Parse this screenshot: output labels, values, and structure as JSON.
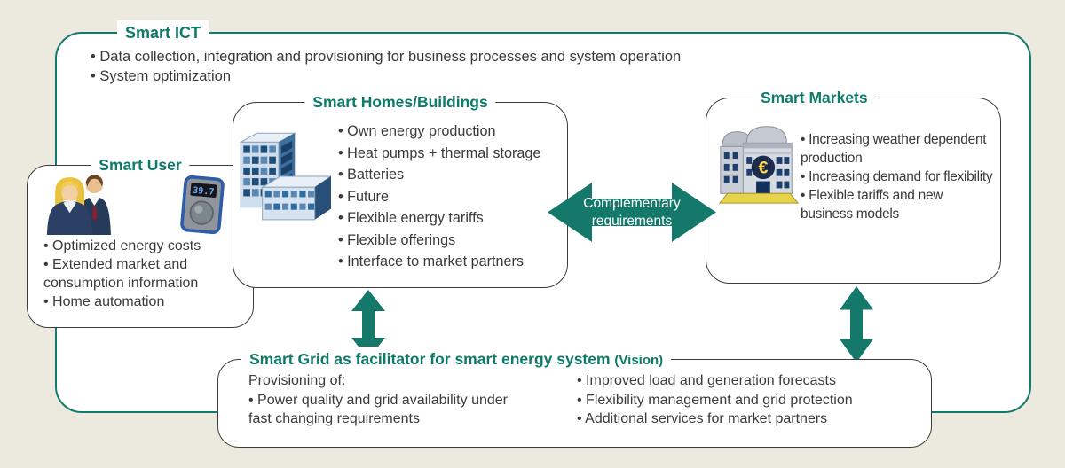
{
  "colors": {
    "teal_accent": "#14796a",
    "title_teal": "#0e7a68",
    "box_border": "#3b3b3b",
    "body_text": "#3a3a3a",
    "page_background": "#eceade",
    "panel_background": "#ffffff"
  },
  "smart_ict": {
    "title": "Smart ICT",
    "bullets": [
      "• Data collection, integration and provisioning for business processes and system operation",
      "• System optimization"
    ]
  },
  "smart_user": {
    "title": "Smart User",
    "bullets": [
      "• Optimized energy costs",
      "• Extended market and consumption information",
      "• Home automation"
    ],
    "thermostat_reading": "39.7"
  },
  "smart_homes": {
    "title": "Smart Homes/Buildings",
    "bullets": [
      "• Own energy production",
      "• Heat pumps + thermal storage",
      "• Batteries",
      "• Future",
      "• Flexible energy tariffs",
      "• Flexible offerings",
      "• Interface to market partners"
    ]
  },
  "smart_markets": {
    "title": "Smart Markets",
    "bullets": [
      "• Increasing weather dependent production",
      "• Increasing demand for flexibility",
      "• Flexible tariffs and new business models"
    ],
    "euro_symbol": "€"
  },
  "smart_grid": {
    "title": "Smart Grid as facilitator for smart energy system",
    "title_note": "(Vision)",
    "left_heading": "Provisioning of:",
    "left_bullets": [
      "• Power quality and grid availability under fast changing requirements"
    ],
    "right_bullets": [
      "• Improved load and generation forecasts",
      "• Flexibility management and grid protection",
      "• Additional services for market partners"
    ]
  },
  "center_arrow": {
    "line1": "Complementary",
    "line2": "requirements"
  }
}
